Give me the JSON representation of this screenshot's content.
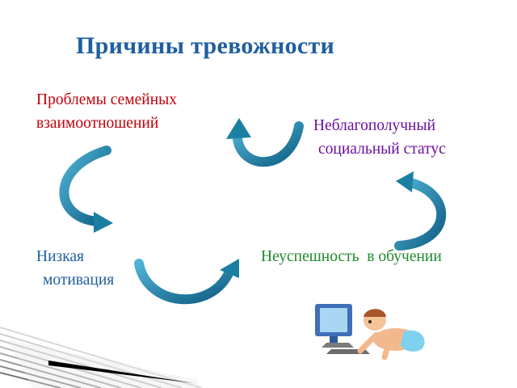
{
  "slide": {
    "title": "Причины тревожности",
    "labels": {
      "family_line1": "Проблемы семейных",
      "family_line2": "взаимоотношений",
      "social_line1": "Неблагополучный",
      "social_line2": "социальный статус",
      "motivation_line1": "Низкая",
      "motivation_line2": "мотивация",
      "failure": "Неуспешность  в обучении"
    },
    "colors": {
      "title": "#1f5f9f",
      "family": "#c0000a",
      "social": "#6b0f9e",
      "motivation": "#1f5f9f",
      "failure": "#1f8a2c",
      "arrow": "#1a7fa0"
    },
    "decorations": [
      "corner-stripes",
      "cycle-arrows",
      "baby-computer-clipart"
    ]
  }
}
